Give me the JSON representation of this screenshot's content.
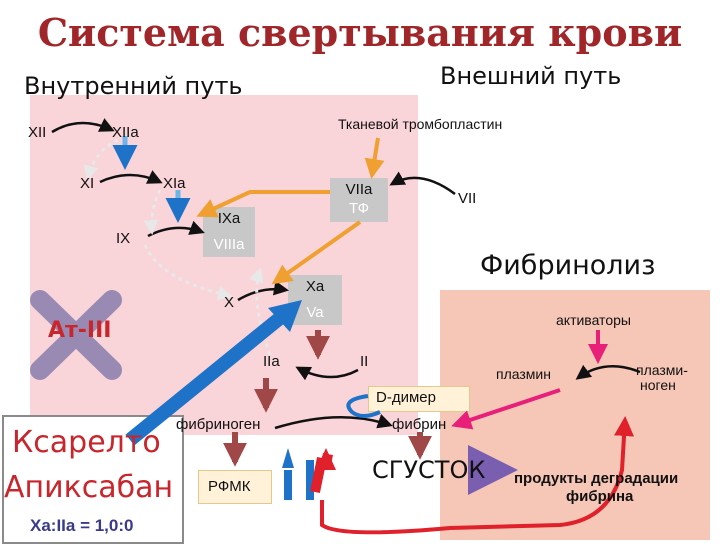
{
  "title": "Система свертывания крови",
  "intrinsic_path": "Внутренний путь",
  "extrinsic_path": "Внешний путь",
  "fibrinolysis": "Фибринолиз",
  "factors": {
    "xii": "XII",
    "xiia": "XIIa",
    "xi": "XI",
    "xia": "XIa",
    "ix": "IX",
    "ixa": "IXa",
    "viiia": "VIIIa",
    "x": "X",
    "xa": "Xa",
    "va": "Va",
    "viia": "VIIa",
    "tf": "ТФ",
    "vii": "VII",
    "iia": "IIa",
    "ii": "II"
  },
  "tissue_thromboplastin": "Тканевой тромбопластин",
  "antithrombin": "Ат-III",
  "fibrinogen": "фибриноген",
  "fibrin": "фибрин",
  "rfmk": "РФМК",
  "clot": "СГУСТОК",
  "d_dimer": "D-димер",
  "activators": "активаторы",
  "plasmin": "плазмин",
  "plasminogen_line1": "плазми-",
  "plasminogen_line2": "ноген",
  "degradation_line1": "продукты деградации",
  "degradation_line2": "фибрина",
  "drugs": {
    "xarelto": "Ксарелто",
    "apixaban": "Апиксабан",
    "ratio": "Xa:IIa = 1,0:0"
  },
  "colors": {
    "title": "#a0262a",
    "drug_text": "#c8262c",
    "arrow_blue": "#1e73c8",
    "arrow_orange": "#f0a030",
    "arrow_pink": "#e8207a",
    "arrow_red": "#e0202a",
    "arrow_brown": "#a04848",
    "box_gray": "#c8c8c8",
    "zone_pink": "#f9d4d8",
    "zone_peach": "#f6c6b6"
  }
}
